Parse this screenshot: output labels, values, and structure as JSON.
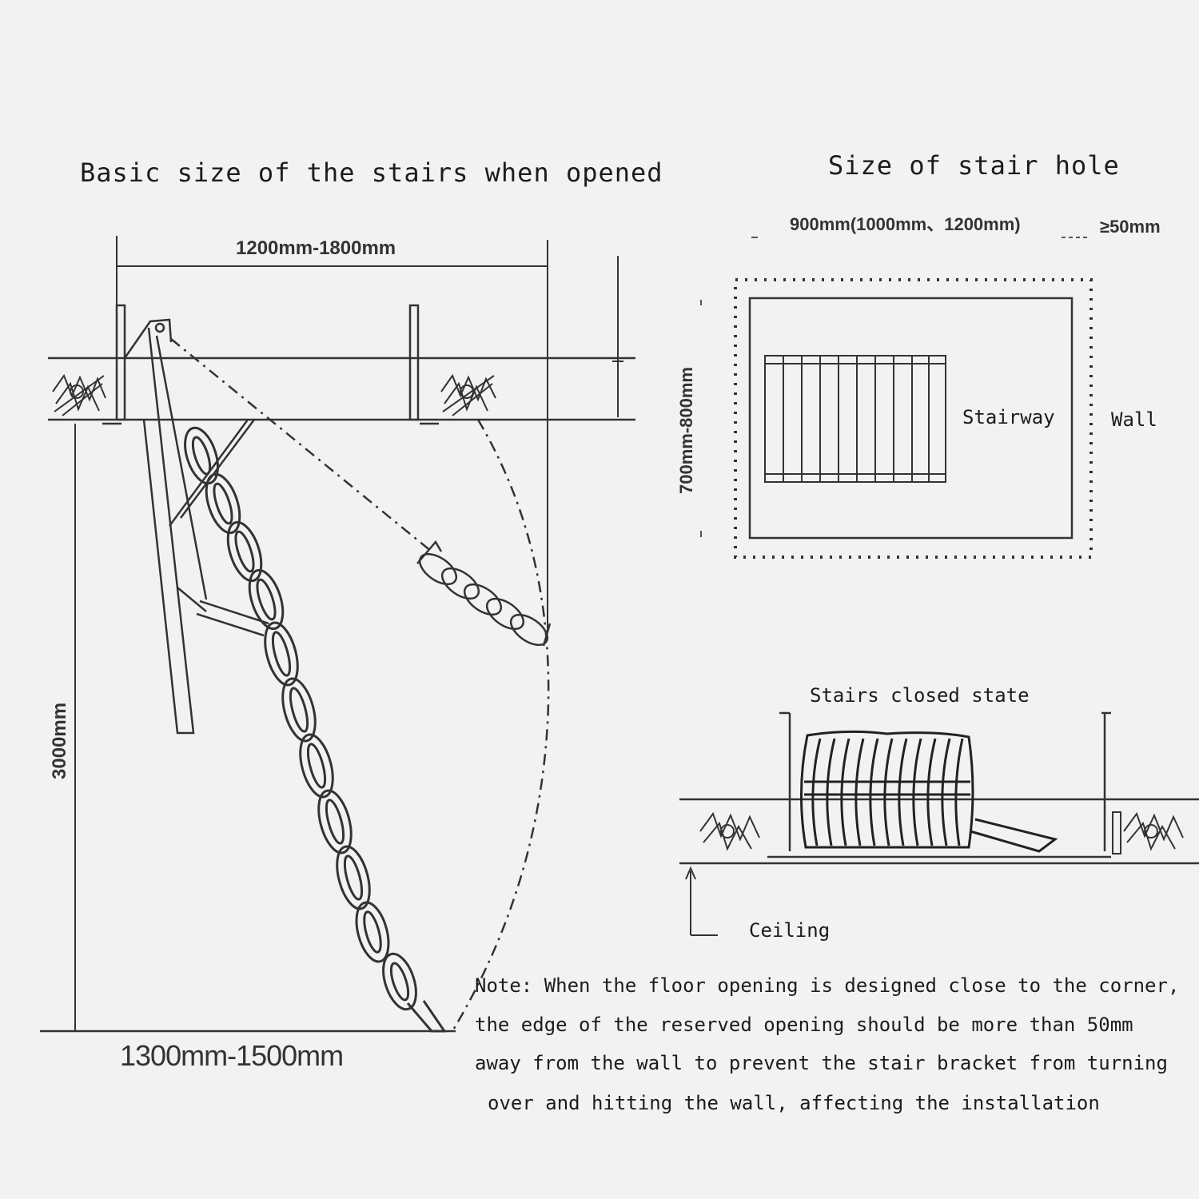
{
  "left_section": {
    "title": "Basic size of the stairs when opened",
    "width_dimension": "1200mm-1800mm",
    "height_dimension": "3000mm",
    "base_dimension": "1300mm-1500mm"
  },
  "hole_section": {
    "title": "Size of stair hole",
    "width_dimension": "900mm(1000mm、1200mm)",
    "gap_dimension": "≥50mm",
    "height_dimension": "700mm-800mm",
    "stairway_label": "Stairway",
    "wall_label": "Wall"
  },
  "closed_section": {
    "title": "Stairs closed state",
    "ceiling_label": "Ceiling"
  },
  "note": {
    "lines": [
      "Note: When the floor opening is designed close to the corner,",
      "the edge of the reserved opening should be more than 50mm",
      "away from the wall to prevent the stair bracket from turning",
      "over and hitting the wall, affecting the installation"
    ]
  }
}
